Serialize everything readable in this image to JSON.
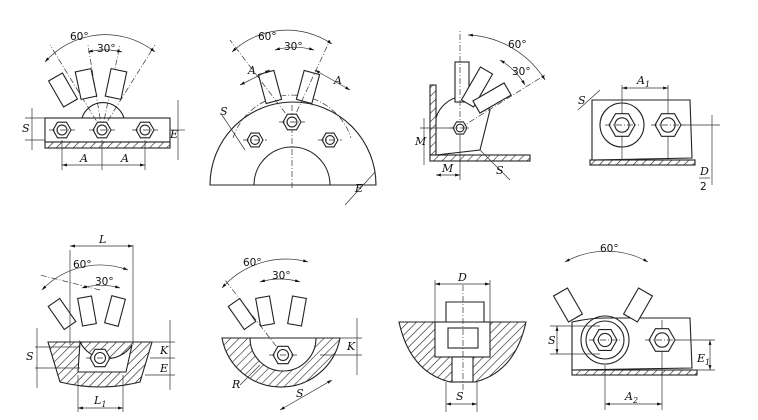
{
  "figure": {
    "panel1": {
      "angle_outer": "60°",
      "angle_inner": "30°",
      "dim_s": "S",
      "dim_e": "E",
      "dim_a_left": "A",
      "dim_a_right": "A"
    },
    "panel2": {
      "angle_outer": "60°",
      "angle_inner": "30°",
      "dim_a_left": "A",
      "dim_a_right": "A",
      "dim_s": "S",
      "dim_e": "E"
    },
    "panel3": {
      "angle_outer": "60°",
      "angle_inner": "30°",
      "dim_m_vertical": "M",
      "dim_m_horizontal": "M",
      "dim_s": "S"
    },
    "panel4": {
      "dim_a1": "A",
      "dim_a1_sub": "1",
      "dim_s": "S",
      "dim_d_num": "D",
      "dim_d_den": "2"
    },
    "panel5": {
      "dim_l": "L",
      "angle_outer": "60°",
      "angle_inner": "30°",
      "dim_s": "S",
      "dim_k": "K",
      "dim_e": "E",
      "dim_l1": "L",
      "dim_l1_sub": "1"
    },
    "panel6": {
      "angle_outer": "60°",
      "angle_inner": "30°",
      "dim_k": "K",
      "dim_r": "R",
      "dim_s": "S"
    },
    "panel7": {
      "dim_d": "D",
      "dim_s": "S"
    },
    "panel8": {
      "angle_outer": "60°",
      "dim_s": "S",
      "dim_e1": "E",
      "dim_e1_sub": "1",
      "dim_a2": "A",
      "dim_a2_sub": "2"
    }
  }
}
